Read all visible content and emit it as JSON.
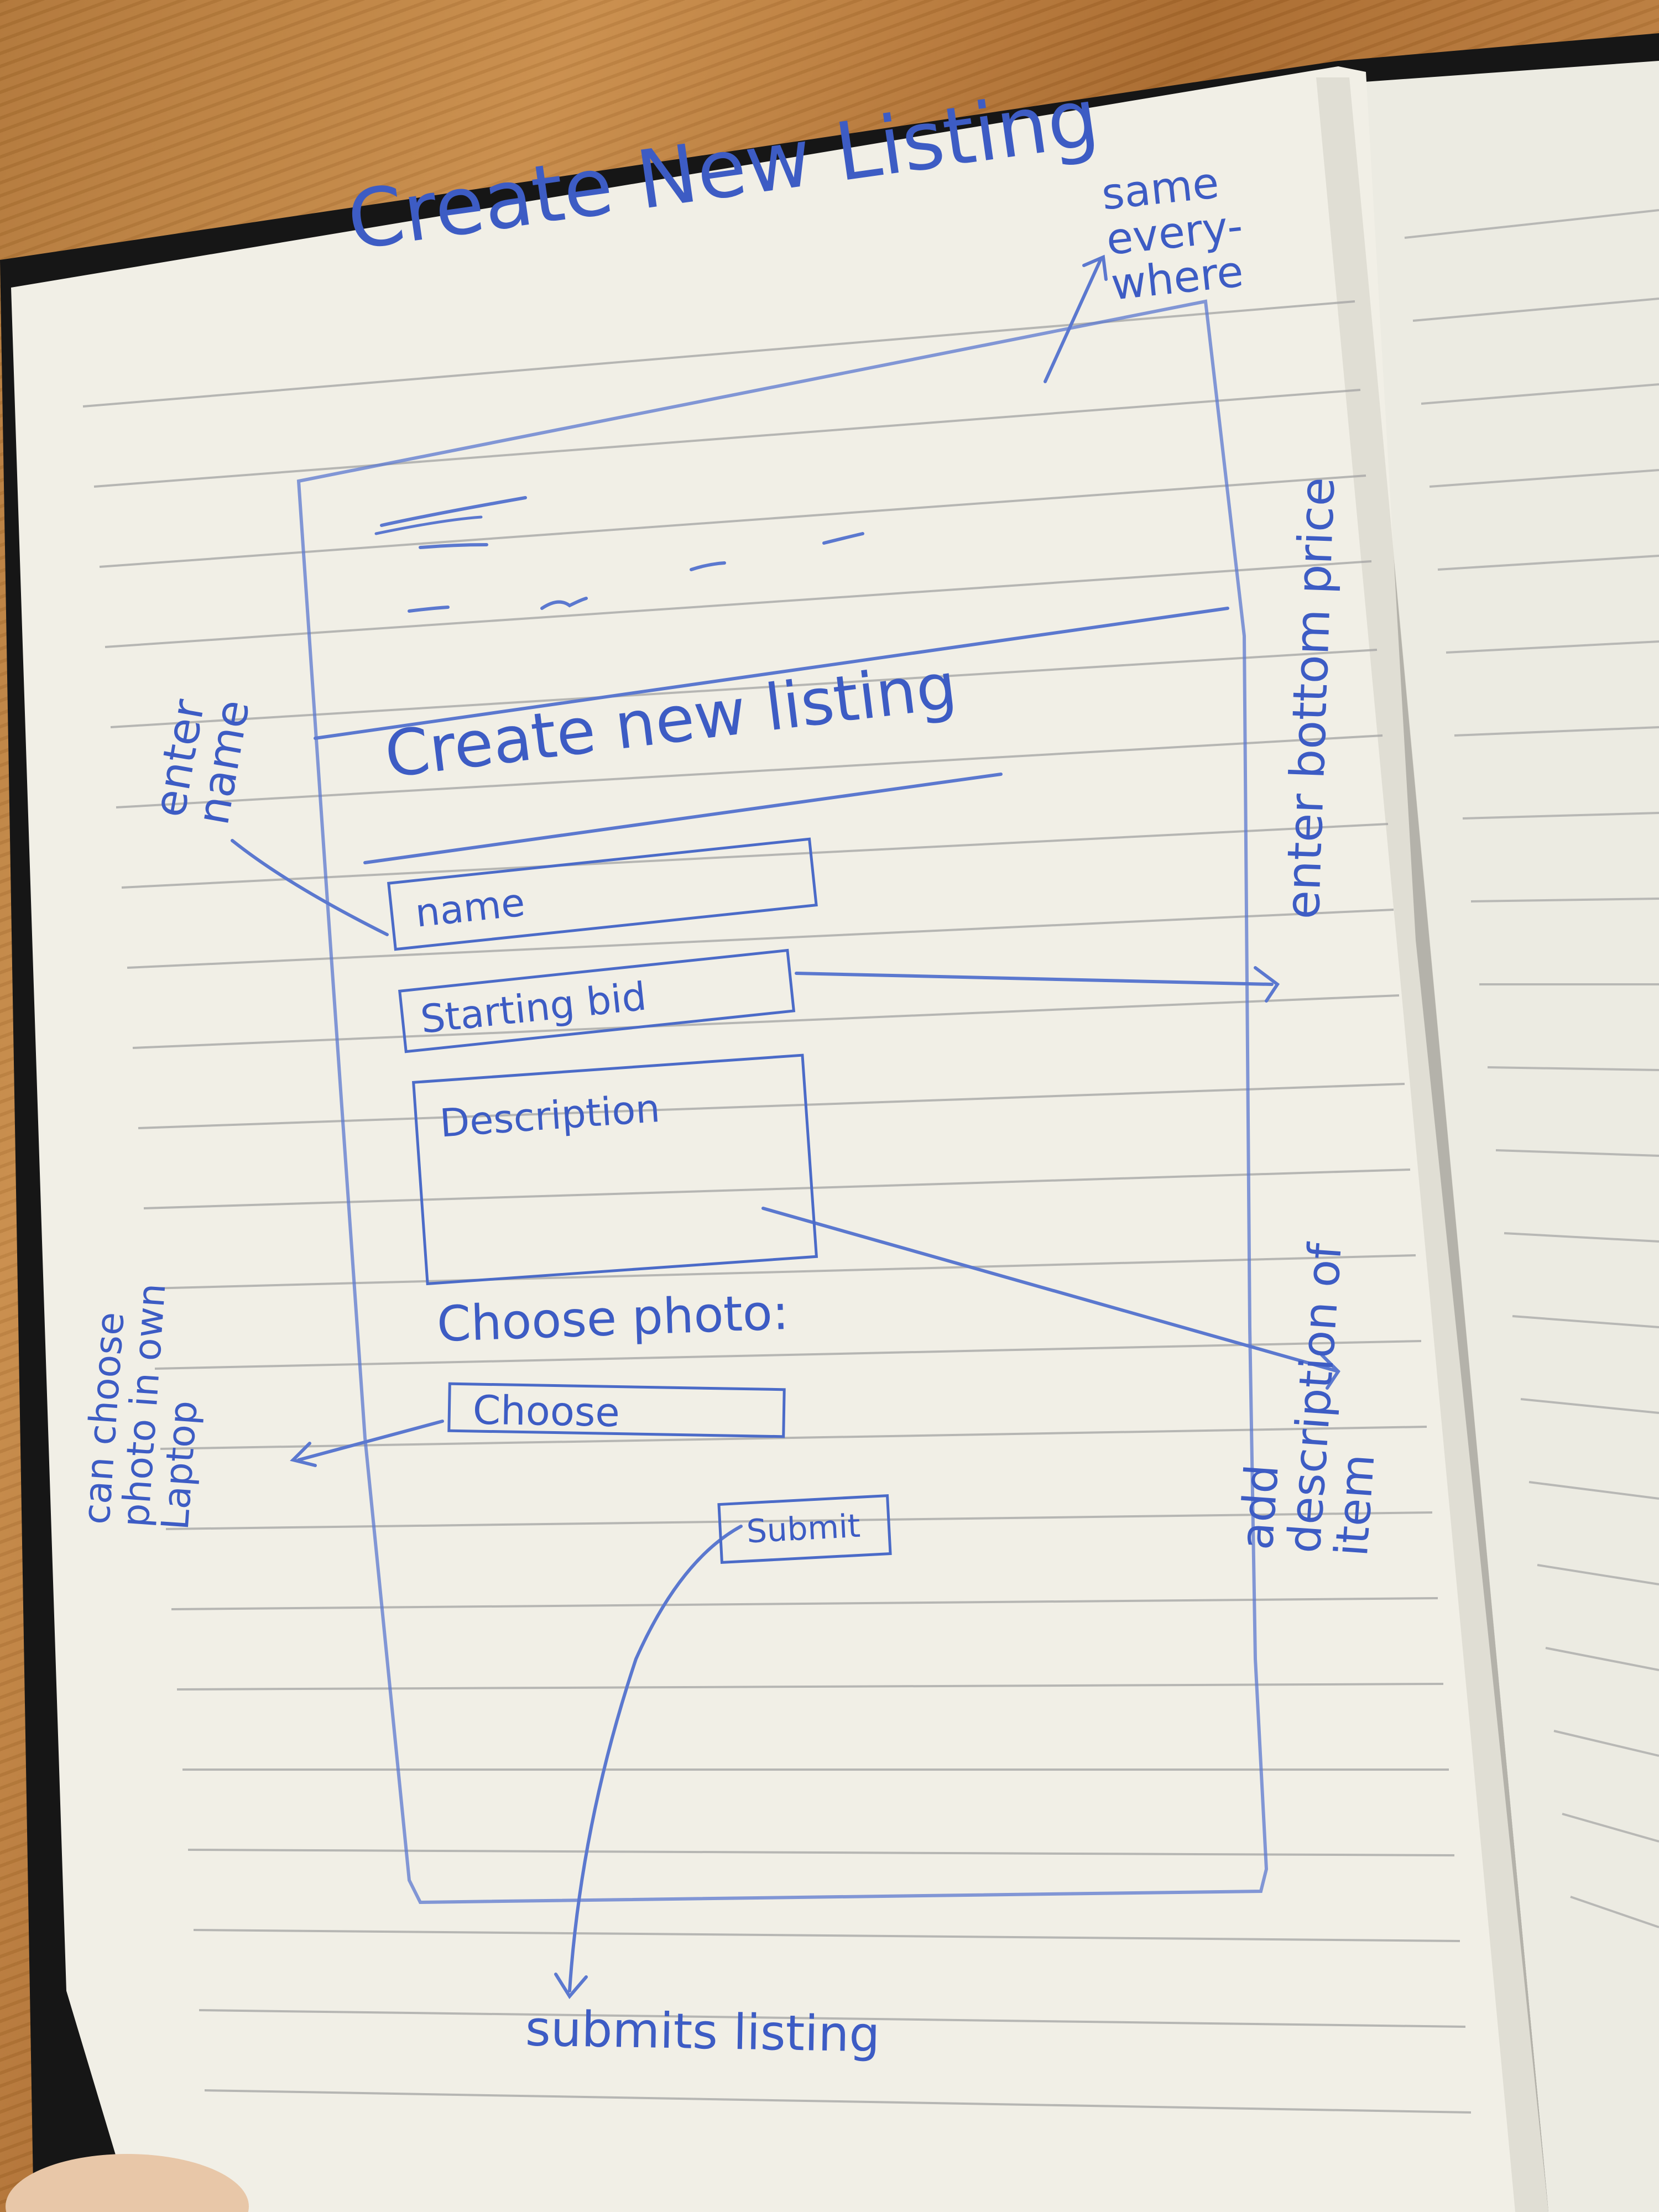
{
  "page_title": "Create New Listing",
  "note_header": "same every-where",
  "sketch": {
    "heading": "Create new listing",
    "fields": {
      "name_placeholder": "name",
      "starting_bid_placeholder": "Starting bid",
      "description_placeholder": "Description"
    },
    "choose_photo_label": "Choose photo:",
    "choose_button": "Choose",
    "submit_button": "Submit"
  },
  "annotations": {
    "enter_name": "enter name",
    "enter_bottom_price": "enter bottom price",
    "add_description": "add description of item",
    "choose_photo_note": "can choose photo in own Laptop",
    "submits_listing": "submits listing"
  },
  "colors": {
    "ink": "#3d5cc4",
    "paper": "#f1efe6",
    "rule_line": "#9a9a9a",
    "cover": "#151515",
    "wood": "#c08440"
  }
}
